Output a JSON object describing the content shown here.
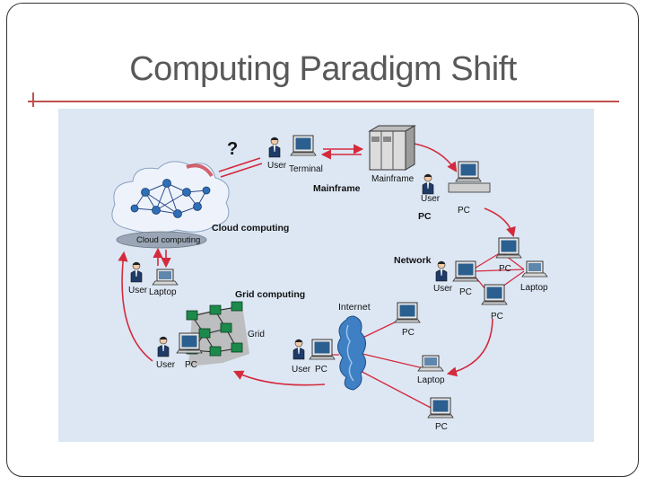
{
  "slide": {
    "title": "Computing Paradigm Shift"
  },
  "diagram": {
    "question_mark": "?",
    "eras": {
      "mainframe": "Mainframe",
      "pc": "PC",
      "network": "Network",
      "internet": "Internet",
      "grid_computing": "Grid computing",
      "cloud_computing": "Cloud computing"
    },
    "labels": {
      "user": "User",
      "terminal": "Terminal",
      "mainframe_device": "Mainframe",
      "pc": "PC",
      "laptop": "Laptop",
      "grid": "Grid",
      "cloud_inner": "Cloud computing"
    },
    "colors": {
      "arrow": "#d42a3c",
      "panel": "#dde7f4",
      "rule": "#c0504d",
      "title": "#595959"
    }
  }
}
